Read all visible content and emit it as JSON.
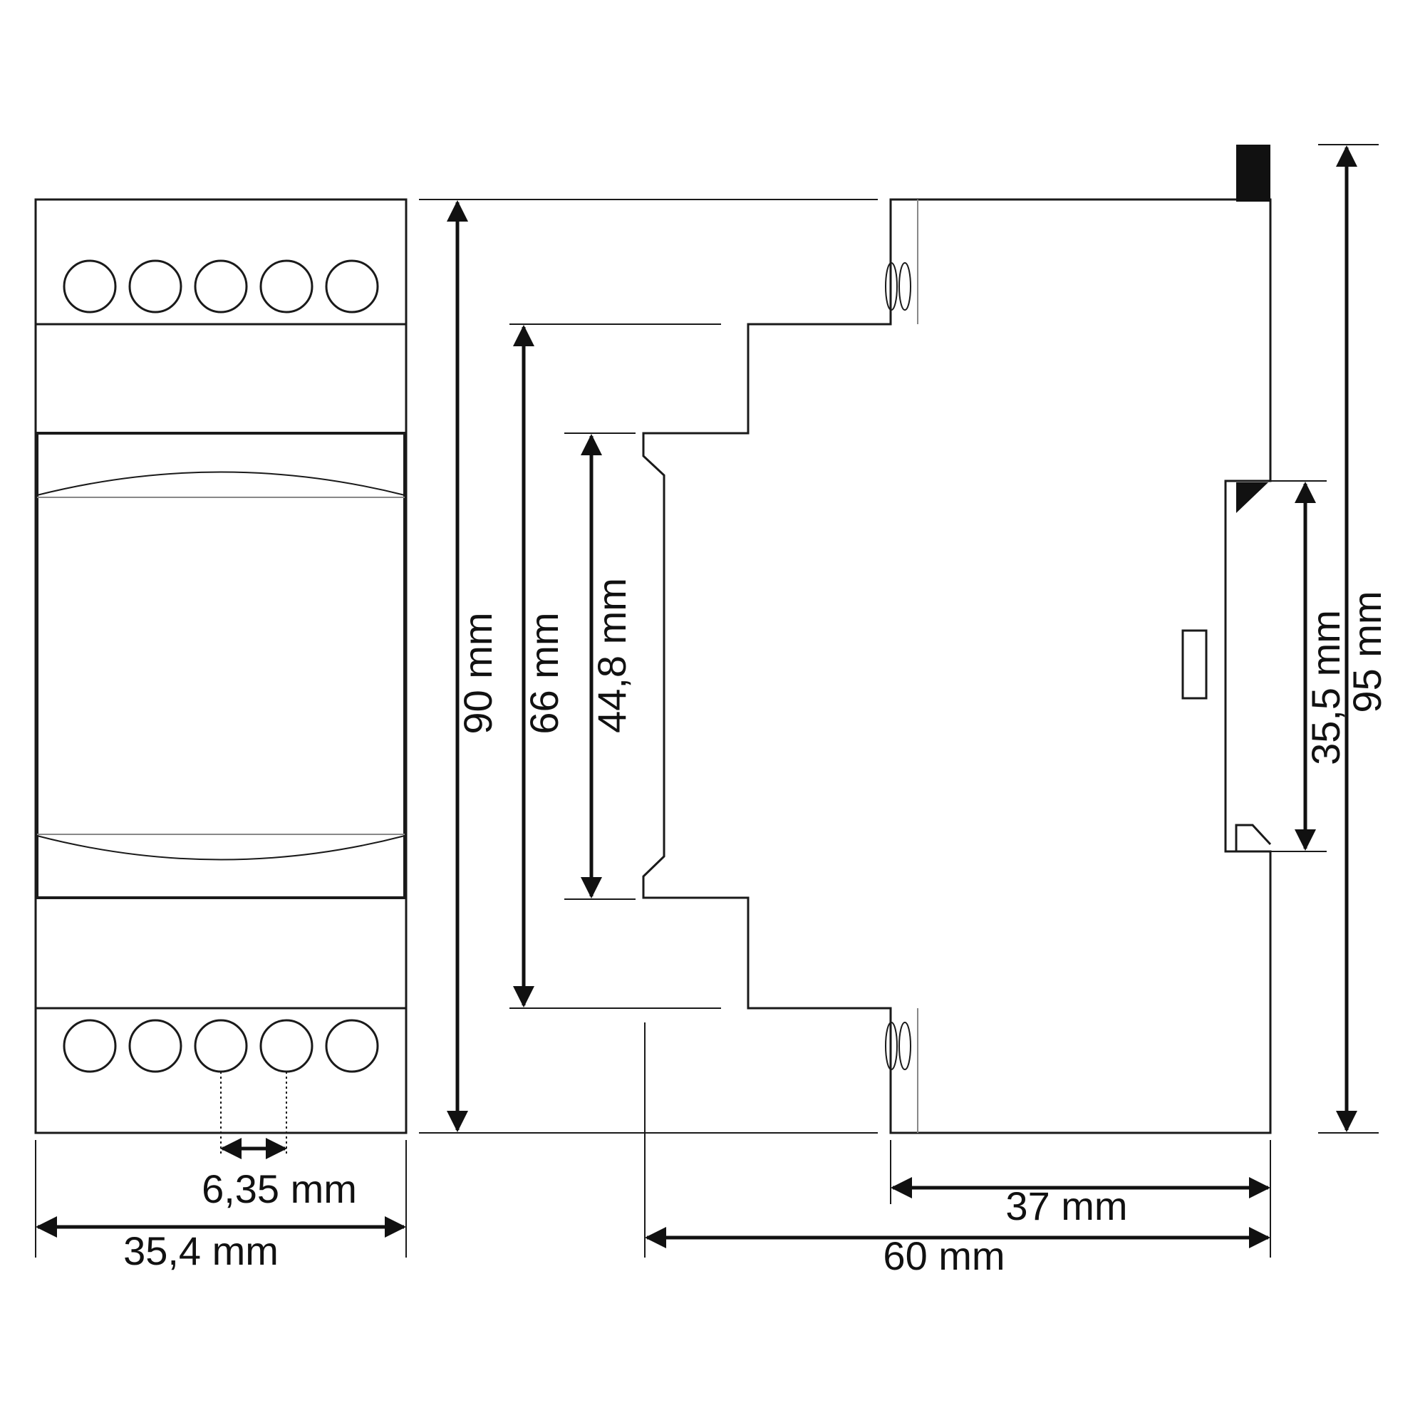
{
  "dimensions": {
    "front_width": "35,4 mm",
    "terminal_pitch": "6,35 mm",
    "height_total": "90 mm",
    "height_step": "66 mm",
    "height_front": "44,8 mm",
    "rail_width": "35,5 mm",
    "height_overall": "95 mm",
    "depth_rail": "37 mm",
    "depth_total": "60 mm"
  },
  "colors": {
    "line": "#1a1a1a",
    "fill": "#ffffff",
    "accent_grey": "#888888"
  }
}
